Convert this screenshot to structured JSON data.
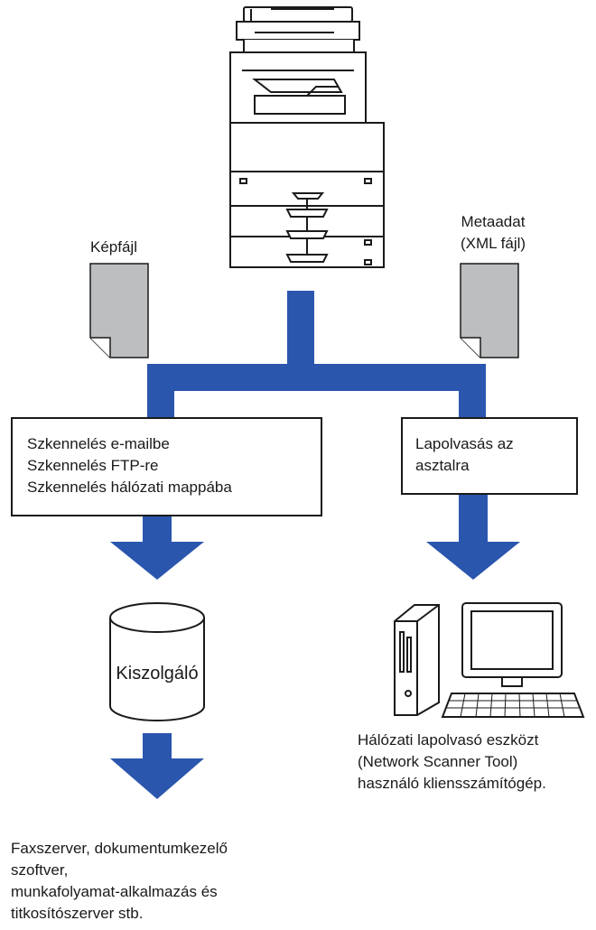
{
  "labels": {
    "image_file": "Képfájl",
    "metadata_line1": "Metaadat",
    "metadata_line2": "(XML fájl)"
  },
  "left_box": {
    "lines": [
      "Szkennelés e-mailbe",
      "Szkennelés FTP-re",
      "Szkennelés hálózati mappába"
    ]
  },
  "right_box": {
    "lines": [
      "Lapolvasás az",
      "asztalra"
    ]
  },
  "server": {
    "label": "Kiszolgáló"
  },
  "pc_caption": {
    "lines": [
      "Hálózati lapolvasó eszközt",
      "(Network Scanner Tool)",
      "használó kliensszámítógép."
    ]
  },
  "bottom_caption": {
    "lines": [
      "Faxszerver, dokumentumkezelő",
      "szoftver,",
      "munkafolyamat-alkalmazás és",
      "titkosítószerver stb."
    ]
  },
  "colors": {
    "arrow": "#2a56ae",
    "doc_fill": "#bdbec0",
    "stroke": "#1a1a1a"
  }
}
